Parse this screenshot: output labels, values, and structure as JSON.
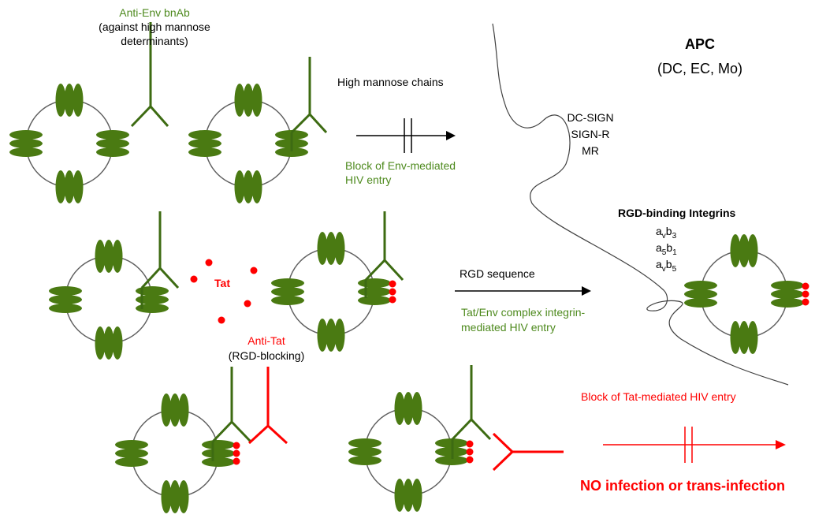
{
  "labels": {
    "bnab_title": "Anti-Env bnAb",
    "bnab_sub1": "(against high mannose",
    "bnab_sub2": "determinants)",
    "high_mannose": "High mannose chains",
    "block_env_1": "Block of Env-mediated",
    "block_env_2": "HIV entry",
    "apc_title": "APC",
    "apc_sub": "(DC, EC, Mo)",
    "receptor_1": "DC-SIGN",
    "receptor_2": "SIGN-R",
    "receptor_3": "MR",
    "integrins_title": "RGD-binding Integrins",
    "integrin_1": {
      "base": "a",
      "sub1": "v",
      "mid": "b",
      "sub2": "3"
    },
    "integrin_2": {
      "base": "a",
      "sub1": "5",
      "mid": "b",
      "sub2": "1"
    },
    "integrin_3": {
      "base": "a",
      "sub1": "v",
      "mid": "b",
      "sub2": "5"
    },
    "tat": "Tat",
    "rgd_sequence": "RGD sequence",
    "tat_env_1": "Tat/Env complex integrin-",
    "tat_env_2": "mediated HIV entry",
    "anti_tat_1": "Anti-Tat",
    "anti_tat_2": "(RGD-blocking)",
    "block_tat": "Block of Tat-mediated HIV entry",
    "no_infection": "NO infection or trans-infection"
  },
  "colors": {
    "green_fill": "#4a7a12",
    "green_line": "#3d6b12",
    "green_text": "#4e8a1e",
    "red": "#ff0000",
    "membrane": "#606060",
    "text": "#000000"
  },
  "icons": [
    "virion-icon",
    "antibody-icon",
    "tat-dot-icon",
    "arrow-icon",
    "blocked-arrow-icon"
  ]
}
